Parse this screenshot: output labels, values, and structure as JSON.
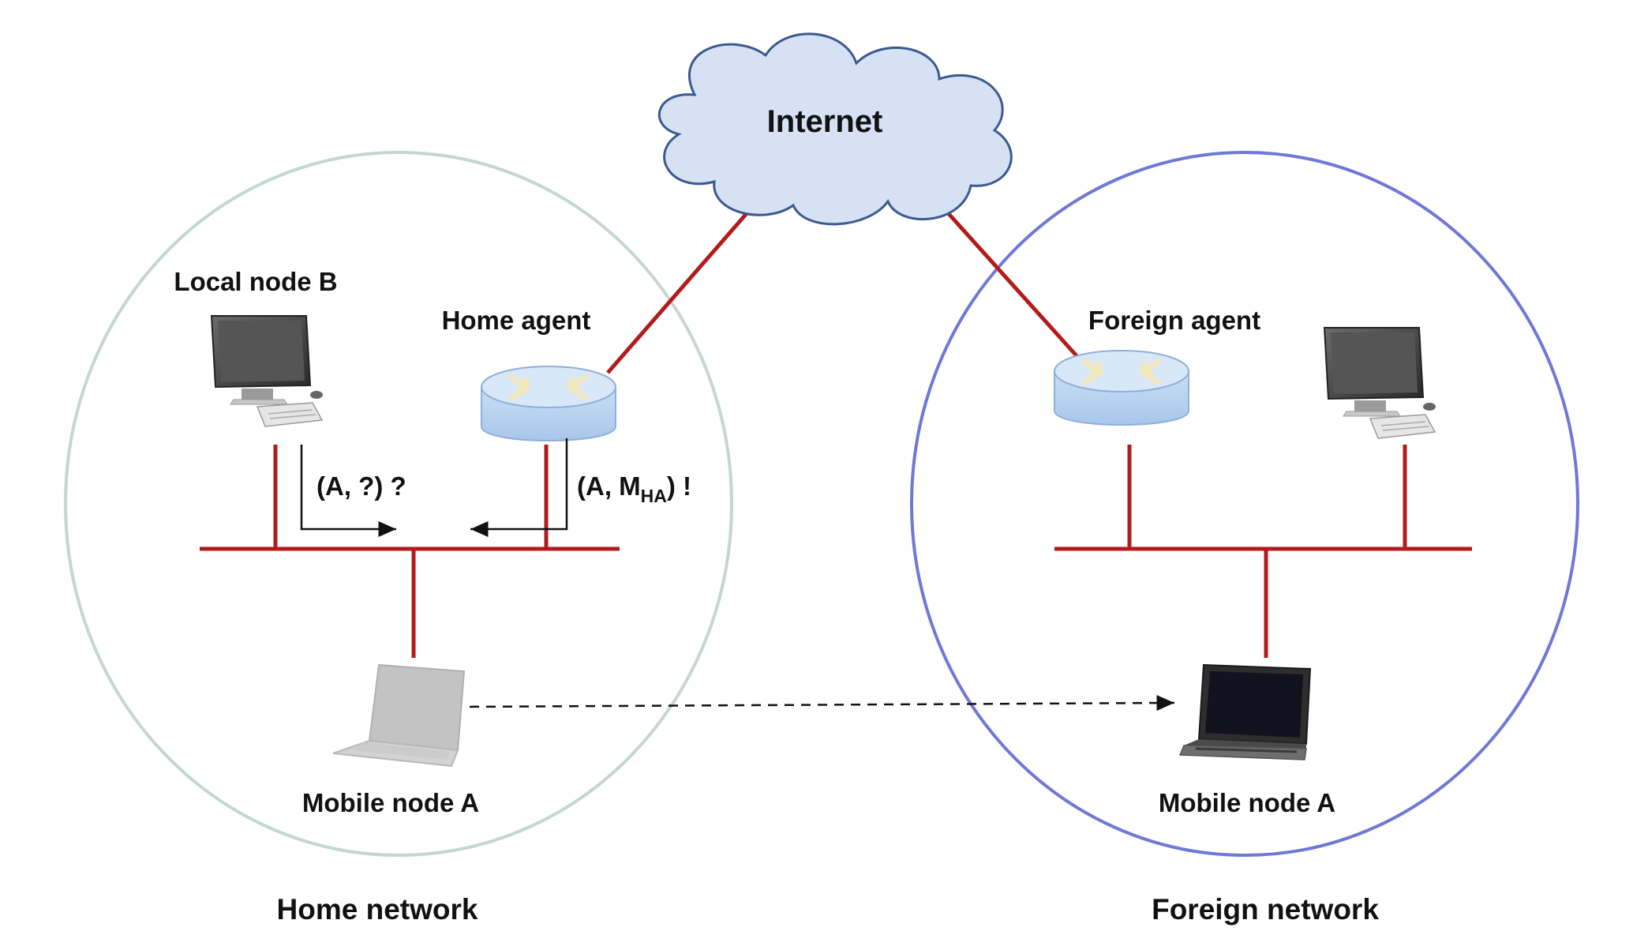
{
  "cloud": {
    "label": "Internet"
  },
  "home": {
    "caption": "Home network",
    "local_node": "Local node B",
    "agent": "Home agent",
    "mobile": "Mobile node A",
    "query": "(A, ?) ?",
    "reply_prefix": "(A, M",
    "reply_sub": "HA",
    "reply_suffix": ") !"
  },
  "foreign": {
    "caption": "Foreign network",
    "agent": "Foreign agent",
    "mobile": "Mobile node A"
  },
  "colors": {
    "link": "#b31b1b",
    "home_circle": "#c4d7cf",
    "foreign_circle": "#6f78d6",
    "cloud_fill": "#d6e1f3",
    "cloud_stroke": "#3b5a90",
    "router_top": "#d9e8f8",
    "router_side": "#b9d3f0",
    "arrow": "#111111"
  },
  "icons": {
    "cloud": "cloud-icon",
    "router": "router-icon",
    "desktop": "desktop-computer-icon",
    "laptop": "laptop-icon"
  }
}
